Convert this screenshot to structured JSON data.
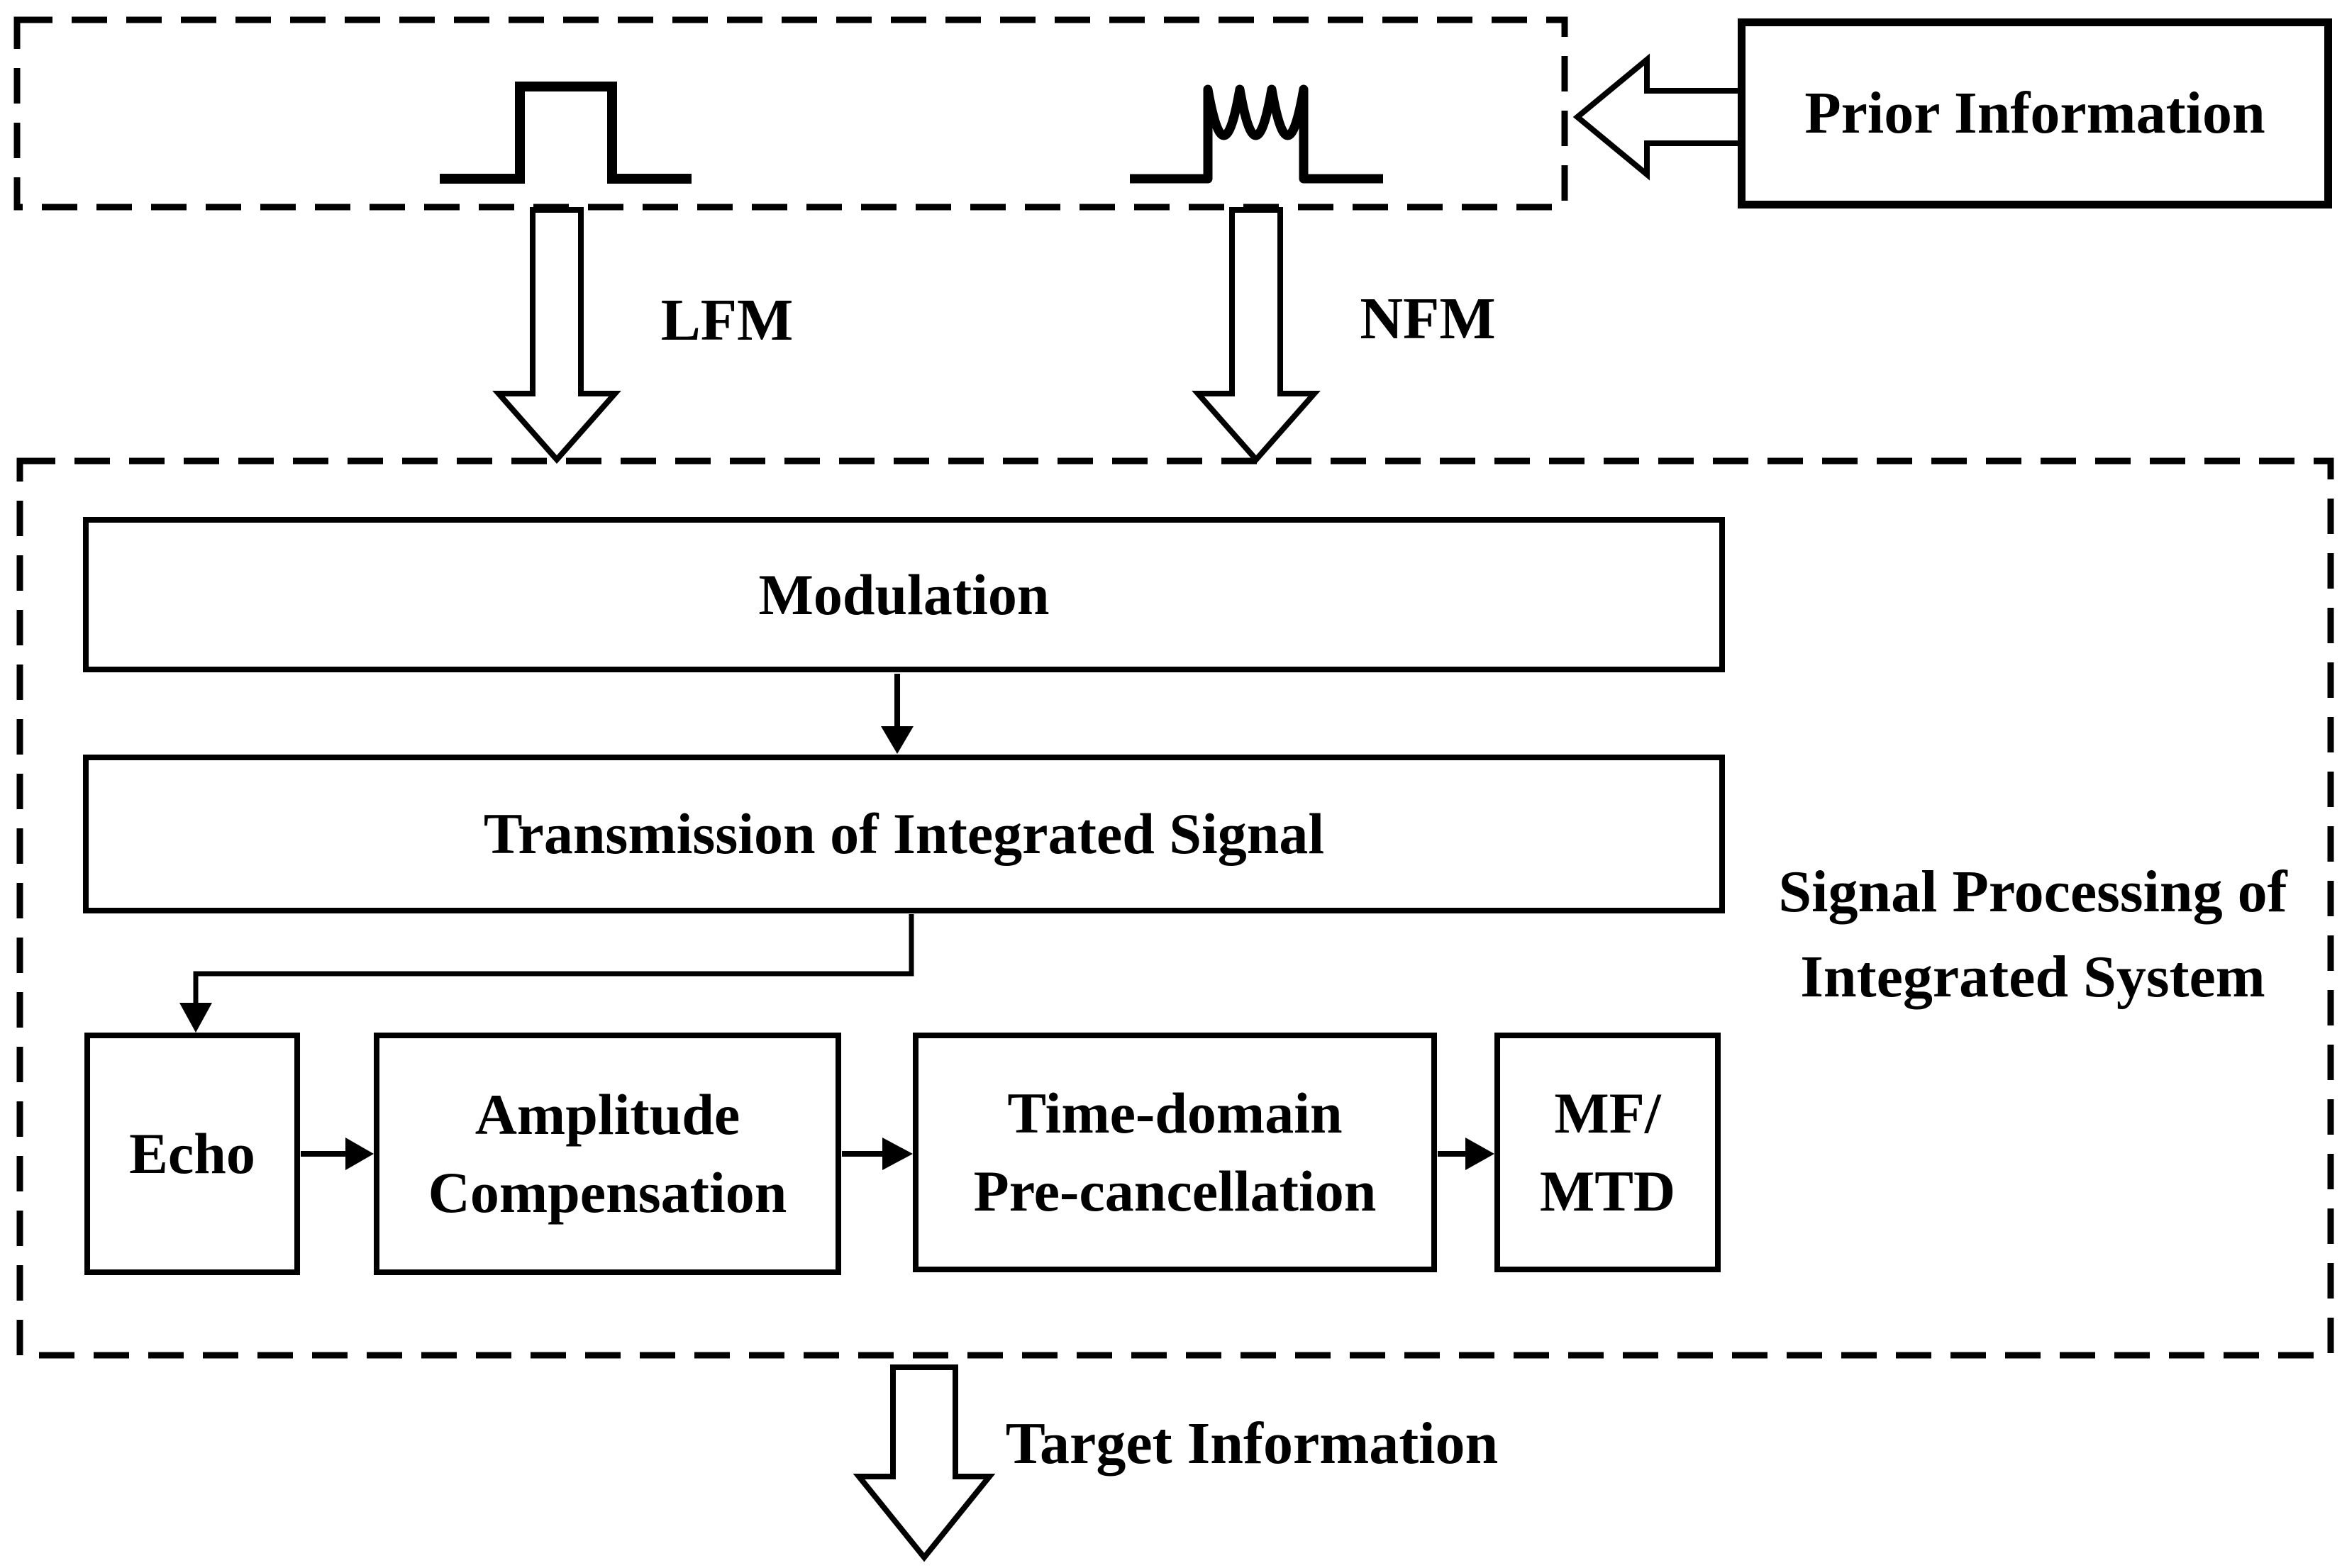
{
  "colors": {
    "ink": "#000000",
    "paper": "#ffffff"
  },
  "top_panel": {
    "prior_label": "Prior Information",
    "lfm_arrow_label": "LFM",
    "nfm_arrow_label": "NFM"
  },
  "processing_panel": {
    "side_label": "Signal Processing of\nIntegrated System",
    "modulation_label": "Modulation",
    "transmission_label": "Transmission of Integrated Signal",
    "chain": [
      {
        "label": "Echo"
      },
      {
        "label": "Amplitude\nCompensation"
      },
      {
        "label": "Time-domain\nPre-cancellation"
      },
      {
        "label": "MF/\nMTD"
      }
    ]
  },
  "output_arrow_label": "Target Information"
}
